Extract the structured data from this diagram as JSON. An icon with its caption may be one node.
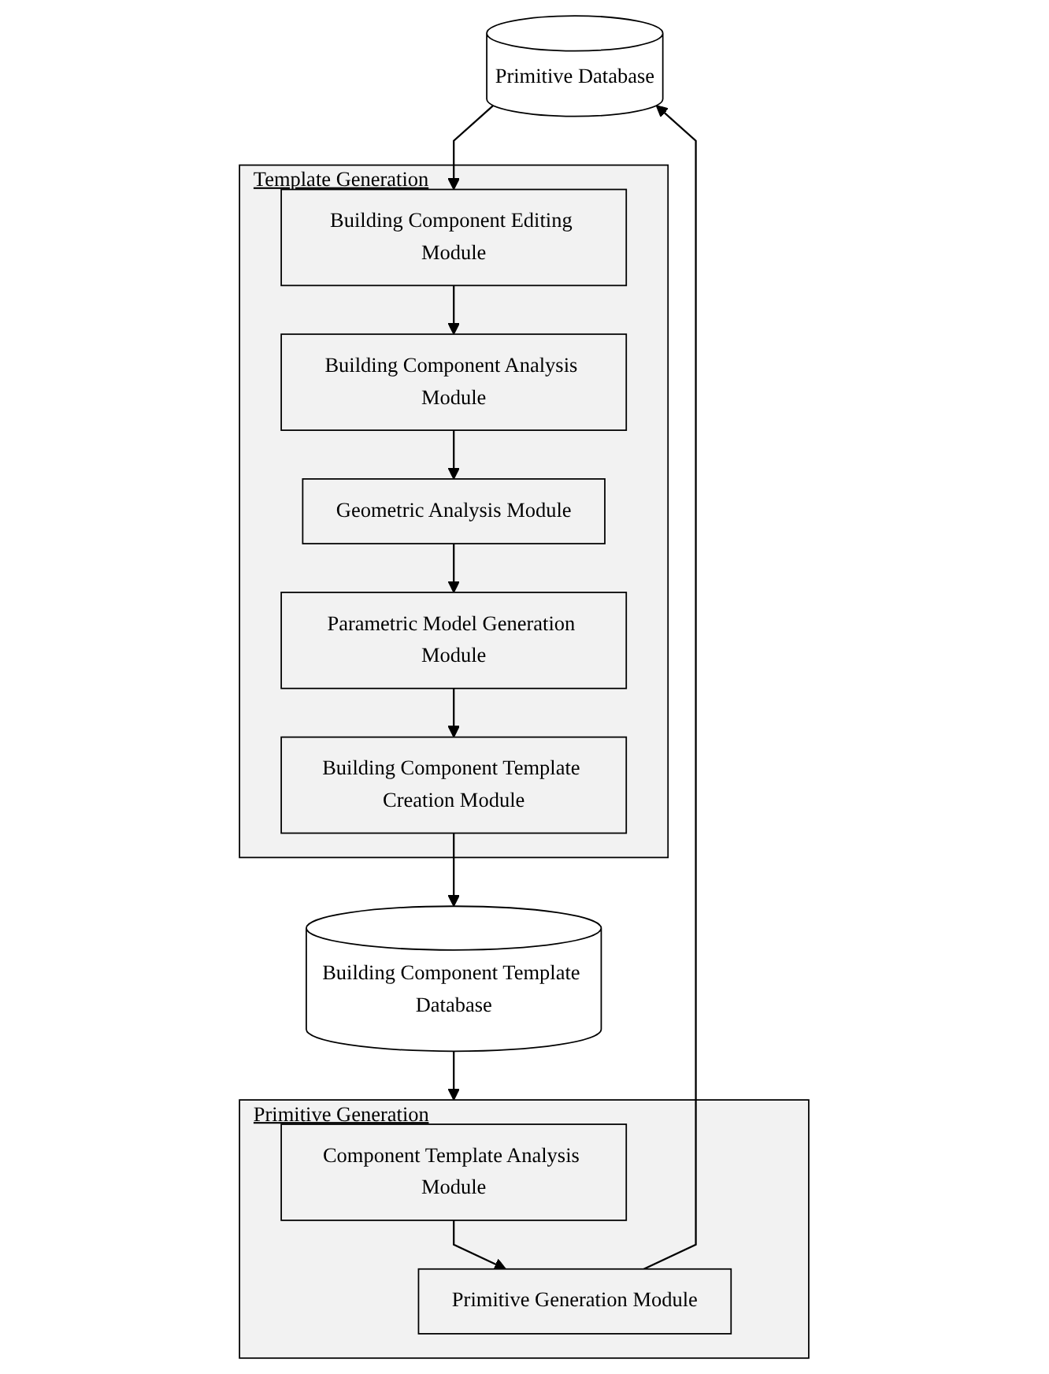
{
  "diagram": {
    "nodes": [
      {
        "text": [
          "Primitive Database"
        ]
      },
      {
        "text": [
          "Template Generation"
        ]
      },
      {
        "text": [
          "Building Component Editing Module"
        ],
        "in": 1
      },
      {
        "text": [
          "Building Component Analysis Module"
        ],
        "in": 1
      },
      {
        "text": [
          "Geometric Analysis Module"
        ],
        "in": 1
      },
      {
        "text": [
          "Parametric Model Generation Module"
        ],
        "in": 1
      },
      {
        "text": [
          "Building Component Template Creation Module"
        ],
        "in": 1
      },
      {
        "text": [
          "Primitive Generation"
        ]
      },
      {
        "text": [
          "Primitive Generation Module"
        ],
        "in": 7
      },
      {
        "text": [
          "Component Template Analysis Module"
        ],
        "in": 7
      },
      {
        "text": [
          "Building Component Template Database"
        ]
      }
    ],
    "edges": [
      {
        "from": 0,
        "to": 2,
        "arrow": "to"
      },
      {
        "from": 2,
        "to": 3,
        "arrow": "to"
      },
      {
        "from": 3,
        "to": 4,
        "arrow": "to"
      },
      {
        "from": 4,
        "to": 5,
        "arrow": "to"
      },
      {
        "from": 5,
        "to": 6,
        "arrow": "to"
      },
      {
        "from": 6,
        "to": 10,
        "arrow": "to"
      },
      {
        "from": 10,
        "to": 7,
        "arrow": "to"
      },
      {
        "from": 9,
        "to": 8,
        "arrow": "to"
      },
      {
        "from": 8,
        "to": 0,
        "arrow": "to"
      }
    ]
  }
}
